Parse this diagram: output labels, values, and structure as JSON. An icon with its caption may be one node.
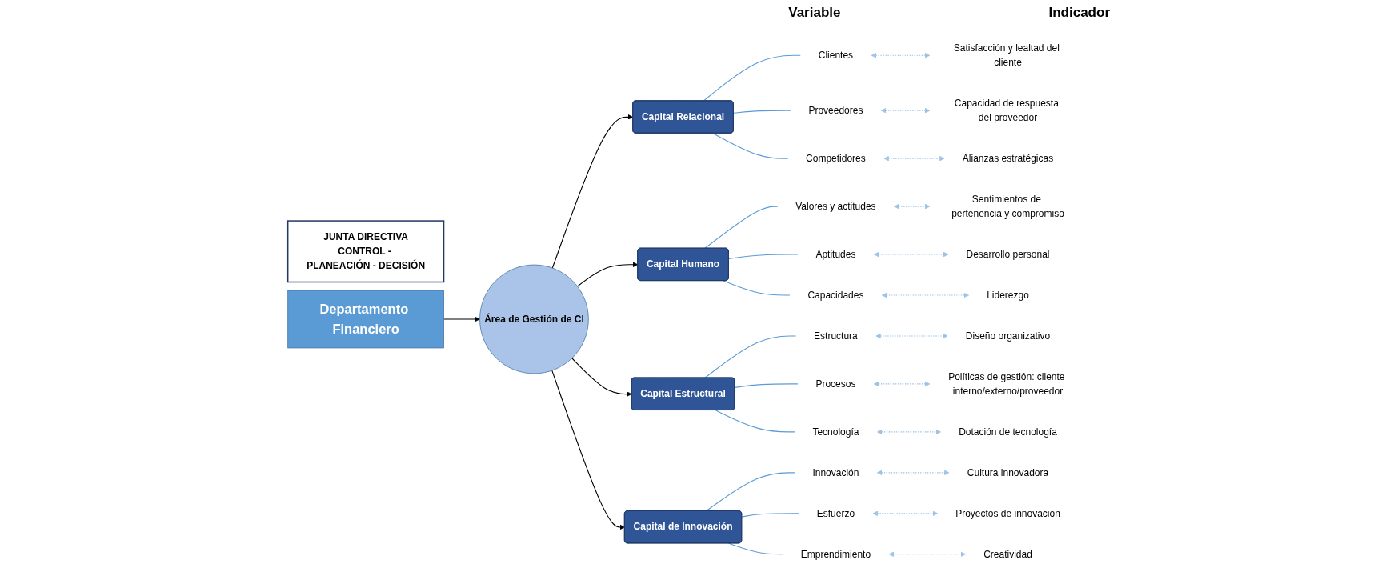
{
  "diagram": {
    "nodes": [
      {
        "text": [
          "JUNTA DIRECTIVA",
          "CONTROL - PLANEACIÓN - DECISIÓN"
        ]
      },
      {
        "text": [
          "Departamento Financiero"
        ]
      },
      {
        "text": [
          "Área de Gestión de CI"
        ]
      },
      {
        "text": [
          "Capital Relacional"
        ]
      },
      {
        "text": [
          "Capital Humano"
        ]
      },
      {
        "text": [
          "Capital Estructural"
        ]
      },
      {
        "text": [
          "Capital de Innovación"
        ]
      },
      {
        "text": [
          "Clientes"
        ]
      },
      {
        "text": [
          "Satisfacción y lealtad del cliente"
        ]
      },
      {
        "text": [
          "Proveedores"
        ]
      },
      {
        "text": [
          "Capacidad de respuesta del proveedor"
        ]
      },
      {
        "text": [
          "Competidores"
        ]
      },
      {
        "text": [
          "Alianzas estratégicas"
        ]
      },
      {
        "text": [
          "Valores y actitudes"
        ]
      },
      {
        "text": [
          "Sentimientos de pertenencia y compromiso"
        ]
      },
      {
        "text": [
          "Aptitudes"
        ]
      },
      {
        "text": [
          "Desarrollo personal"
        ]
      },
      {
        "text": [
          "Capacidades"
        ]
      },
      {
        "text": [
          "Liderezgo"
        ]
      },
      {
        "text": [
          "Estructura"
        ]
      },
      {
        "text": [
          "Diseño organizativo"
        ]
      },
      {
        "text": [
          "Procesos"
        ]
      },
      {
        "text": [
          "Políticas de gestión: cliente interno/externo/proveedor"
        ]
      },
      {
        "text": [
          "Tecnología"
        ]
      },
      {
        "text": [
          "Dotación de tecnología"
        ]
      },
      {
        "text": [
          "Innovación"
        ]
      },
      {
        "text": [
          "Cultura innovadora"
        ]
      },
      {
        "text": [
          "Esfuerzo"
        ]
      },
      {
        "text": [
          "Proyectos de innovación"
        ]
      },
      {
        "text": [
          "Emprendimiento"
        ]
      },
      {
        "text": [
          "Creatividad"
        ]
      }
    ],
    "edges": [
      {
        "from": 1,
        "to": 2,
        "arrow": "to",
        "color": "#000000"
      },
      {
        "from": 2,
        "to": 3,
        "arrow": "to",
        "color": "#000000"
      },
      {
        "from": 2,
        "to": 4,
        "arrow": "to",
        "color": "#000000"
      },
      {
        "from": 2,
        "to": 5,
        "arrow": "to",
        "color": "#000000"
      },
      {
        "from": 2,
        "to": 6,
        "arrow": "to",
        "color": "#000000"
      },
      {
        "from": 3,
        "to": 7,
        "arrow": "none",
        "color": "#5b9bd5"
      },
      {
        "from": 3,
        "to": 9,
        "arrow": "none",
        "color": "#5b9bd5"
      },
      {
        "from": 3,
        "to": 11,
        "arrow": "none",
        "color": "#5b9bd5"
      },
      {
        "from": 4,
        "to": 13,
        "arrow": "none",
        "color": "#5b9bd5"
      },
      {
        "from": 4,
        "to": 15,
        "arrow": "none",
        "color": "#5b9bd5"
      },
      {
        "from": 4,
        "to": 17,
        "arrow": "none",
        "color": "#5b9bd5"
      },
      {
        "from": 5,
        "to": 19,
        "arrow": "none",
        "color": "#5b9bd5"
      },
      {
        "from": 5,
        "to": 21,
        "arrow": "none",
        "color": "#5b9bd5"
      },
      {
        "from": 5,
        "to": 23,
        "arrow": "none",
        "color": "#5b9bd5"
      },
      {
        "from": 6,
        "to": 25,
        "arrow": "none",
        "color": "#5b9bd5"
      },
      {
        "from": 6,
        "to": 27,
        "arrow": "none",
        "color": "#5b9bd5"
      },
      {
        "from": 6,
        "to": 29,
        "arrow": "none",
        "color": "#5b9bd5"
      },
      {
        "from": 7,
        "to": 8,
        "arrow": "both",
        "style": "dashed",
        "color": "#9dc3e6"
      },
      {
        "from": 9,
        "to": 10,
        "arrow": "both",
        "style": "dashed",
        "color": "#9dc3e6"
      },
      {
        "from": 11,
        "to": 12,
        "arrow": "both",
        "style": "dashed",
        "color": "#9dc3e6"
      },
      {
        "from": 13,
        "to": 14,
        "arrow": "both",
        "style": "dashed",
        "color": "#9dc3e6"
      },
      {
        "from": 15,
        "to": 16,
        "arrow": "both",
        "style": "dashed",
        "color": "#9dc3e6"
      },
      {
        "from": 17,
        "to": 18,
        "arrow": "both",
        "style": "dashed",
        "color": "#9dc3e6"
      },
      {
        "from": 19,
        "to": 20,
        "arrow": "both",
        "style": "dashed",
        "color": "#9dc3e6"
      },
      {
        "from": 21,
        "to": 22,
        "arrow": "both",
        "style": "dashed",
        "color": "#9dc3e6"
      },
      {
        "from": 23,
        "to": 24,
        "arrow": "both",
        "style": "dashed",
        "color": "#9dc3e6"
      },
      {
        "from": 25,
        "to": 26,
        "arrow": "both",
        "style": "dashed",
        "color": "#9dc3e6"
      },
      {
        "from": 27,
        "to": 28,
        "arrow": "both",
        "style": "dashed",
        "color": "#9dc3e6"
      },
      {
        "from": 29,
        "to": 30,
        "arrow": "both",
        "style": "dashed",
        "color": "#9dc3e6"
      }
    ],
    "labels": [
      "Variable",
      "Indicador"
    ]
  }
}
